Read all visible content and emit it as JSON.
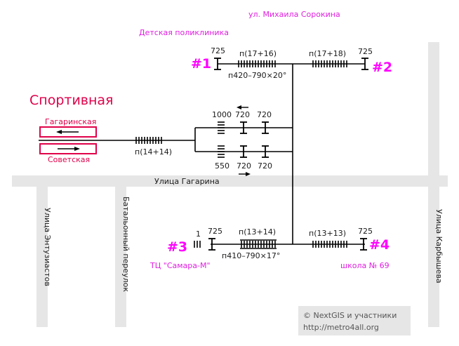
{
  "station": {
    "name": "Спортивная",
    "platform_top": "Гагаринская",
    "platform_bottom": "Советская",
    "color": "#e0004a"
  },
  "streets": {
    "horizontal": "Улица Гагарина",
    "left_vertical": "Улица Энтузиастов",
    "middle_vertical": "Батальонный переулок",
    "right_vertical": "Улица Карбышева"
  },
  "places": {
    "top_street": "ул. Михаила Сорокина",
    "clinic": "Детская поликлиника",
    "mall": "ТЦ \"Самара-М\"",
    "school": "школа № 69"
  },
  "exits": {
    "e1": "#1",
    "e2": "#2",
    "e3": "#3",
    "e4": "#4"
  },
  "labels": {
    "e1_dist": "725",
    "e1_stairs": "п(17+16)",
    "e1_ramp": "п420–790×20°",
    "e2_stairs": "п(17+18)",
    "e2_dist": "725",
    "lobby_stairs": "п(14+14)",
    "top_d1": "1000",
    "top_d2": "720",
    "top_d3": "720",
    "bottom_d1": "550",
    "bottom_d2": "720",
    "bottom_d3": "720",
    "e3_one": "1",
    "e3_dist": "725",
    "e3_stairs": "п(13+14)",
    "e3_ramp": "п410–790×17°",
    "e4_stairs": "п(13+13)",
    "e4_dist": "725"
  },
  "credit": {
    "line1": "© NextGIS и участники",
    "line2": "http://metro4all.org"
  }
}
